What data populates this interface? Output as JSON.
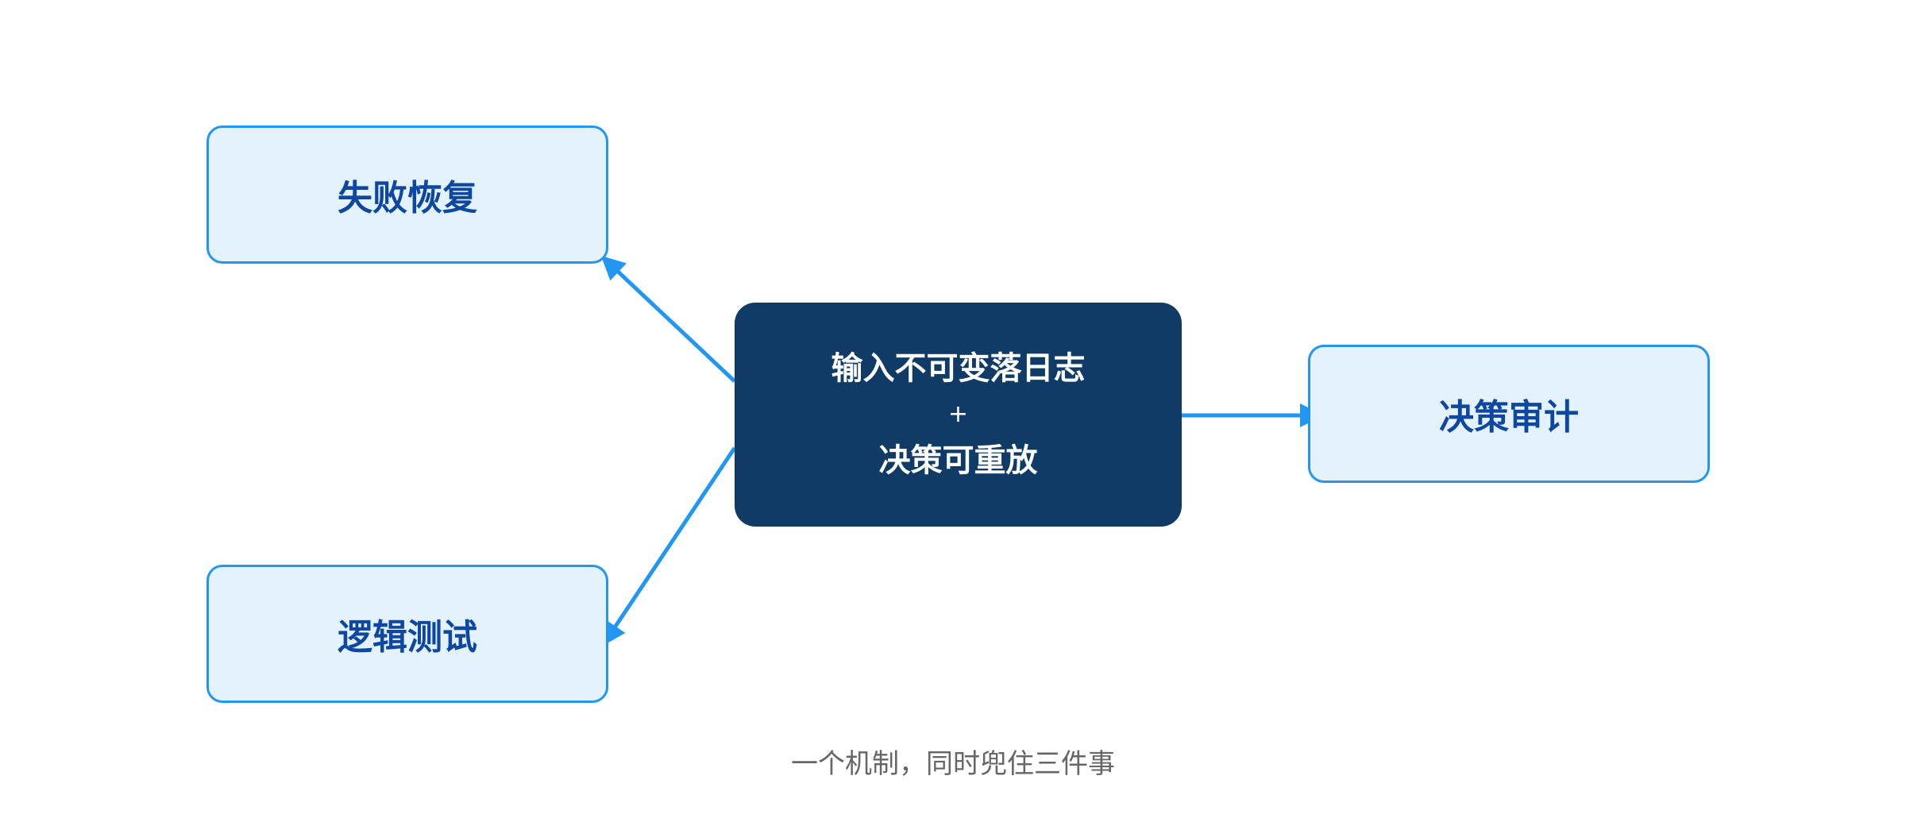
{
  "diagram": {
    "center": {
      "line1": "输入不可变落日志",
      "plus": "+",
      "line2": "决策可重放"
    },
    "nodes": {
      "failure_recovery": "失败恢复",
      "logic_test": "逻辑测试",
      "decision_audit": "决策审计"
    },
    "caption": "一个机制，同时兜住三件事"
  },
  "colors": {
    "edge": "#2196f3",
    "outer_fill": "#e3f2fd",
    "outer_text": "#0d47a1",
    "center_fill": "#0f3b66",
    "center_text": "#ffffff",
    "caption_text": "#666666"
  }
}
